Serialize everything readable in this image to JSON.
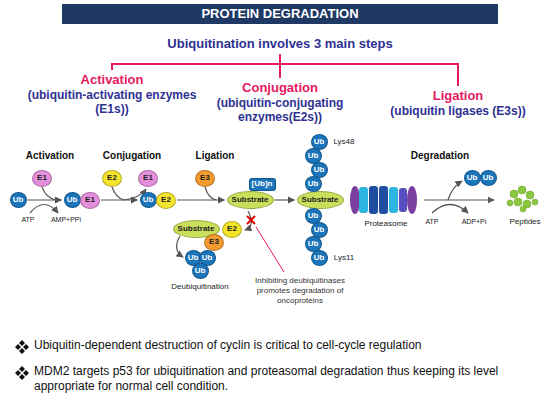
{
  "diagram": {
    "title": "PROTEIN DEGRADATION",
    "nodes": [
      {
        "text": [
          "Ubiquitination involves 3 main steps"
        ]
      },
      {
        "text": [
          "Activation",
          "(ubiquitin-activating enzymes (E1s))"
        ]
      },
      {
        "text": [
          "Conjugation",
          "(ubiquitin-conjugating enzymes(E2s))"
        ]
      },
      {
        "text": [
          "Ligation",
          "(ubiquitin ligases (E3s))"
        ]
      },
      {
        "text": [
          "Ub"
        ]
      },
      {
        "text": [
          "E1"
        ]
      },
      {
        "text": [
          "Ub"
        ]
      },
      {
        "text": [
          "E1"
        ]
      },
      {
        "text": [
          "E2"
        ]
      },
      {
        "text": [
          "E1"
        ]
      },
      {
        "text": [
          "Ub"
        ]
      },
      {
        "text": [
          "E2"
        ]
      },
      {
        "text": [
          "E3"
        ]
      },
      {
        "text": [
          "Substrate"
        ]
      },
      {
        "text": [
          "[Ub]n"
        ]
      },
      {
        "text": [
          "Substrate"
        ]
      },
      {
        "text": [
          "E3"
        ]
      },
      {
        "text": [
          "E2"
        ]
      },
      {
        "text": [
          "Ub"
        ]
      },
      {
        "text": [
          "Ub"
        ]
      },
      {
        "text": [
          "Ub"
        ]
      },
      {
        "text": [
          "Substrate"
        ]
      },
      {
        "text": [
          "Ub"
        ]
      },
      {
        "text": [
          "Ub"
        ]
      },
      {
        "text": [
          "Ub"
        ]
      },
      {
        "text": [
          "Ub"
        ]
      },
      {
        "text": [
          "Ub"
        ]
      },
      {
        "text": [
          "Ub"
        ]
      },
      {
        "text": [
          "Ub"
        ]
      },
      {
        "text": [
          "Ub"
        ]
      },
      {
        "text": [
          "Ub"
        ]
      },
      {
        "text": [
          "Ub"
        ]
      }
    ],
    "edges": [
      {
        "from": 0,
        "to": 1,
        "arrow": "none"
      },
      {
        "from": 0,
        "to": 2,
        "arrow": "none"
      },
      {
        "from": 0,
        "to": 3,
        "arrow": "none"
      },
      {
        "from": 4,
        "to": 6,
        "arrow": "to"
      },
      {
        "from": 7,
        "to": 10,
        "arrow": "to"
      },
      {
        "from": 11,
        "to": 13,
        "arrow": "to"
      },
      {
        "from": 13,
        "to": 21,
        "arrow": "to"
      }
    ],
    "labels": [
      "Activation",
      "Conjugation",
      "Ligation",
      "Degradation",
      "ATP",
      "AMP+PPi",
      "Deubiquitination",
      "Inhibiting deubiquitinases promotes degradation of oncoproteins",
      "Lys48",
      "Lys11",
      "Proteasome",
      "ATP",
      "ADP+Pi",
      "Peptides",
      "Ubiquitin-dependent destruction of cyclin is critical to cell-cycle regulation",
      "MDM2 targets p53 for ubiquitination and proteasomal degradation thus keeping its level appropriate for normal cell condition."
    ]
  }
}
